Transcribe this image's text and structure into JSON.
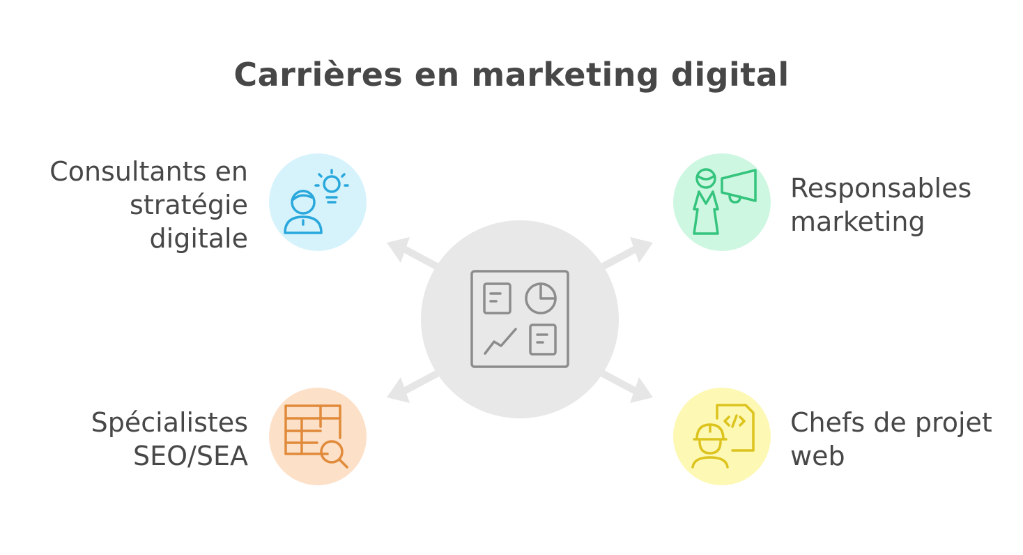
{
  "title": "Carrières en marketing digital",
  "center": {
    "icon": "dashboard-icon",
    "color": "#e8e8e8"
  },
  "nodes": [
    {
      "id": "top-left",
      "lines": [
        "Consultants en",
        "stratégie",
        "digitale"
      ],
      "icon": "person-lightbulb-icon",
      "bg": "#d6f3fc",
      "stroke": "#2aa8dc"
    },
    {
      "id": "top-right",
      "lines": [
        "Responsables",
        "marketing"
      ],
      "icon": "person-megaphone-icon",
      "bg": "#cdf7e1",
      "stroke": "#35c47d"
    },
    {
      "id": "bottom-left",
      "lines": [
        "Spécialistes",
        "SEO/SEA"
      ],
      "icon": "table-search-icon",
      "bg": "#fde0c8",
      "stroke": "#e08a3a"
    },
    {
      "id": "bottom-right",
      "lines": [
        "Chefs de projet",
        "web"
      ],
      "icon": "builder-code-icon",
      "bg": "#fdf8b4",
      "stroke": "#dcc31d"
    }
  ]
}
